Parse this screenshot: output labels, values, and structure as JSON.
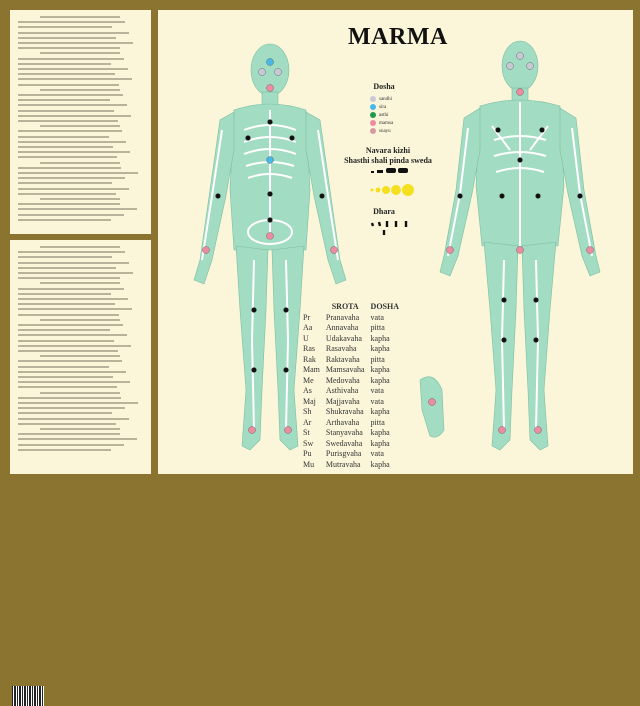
{
  "poster": {
    "title": "MARMA",
    "dosha_legend": {
      "title": "Dosha",
      "items": [
        {
          "label": "sandhi",
          "color": "#c9c9d6"
        },
        {
          "label": "sira",
          "color": "#48b8e8"
        },
        {
          "label": "asthi",
          "color": "#1e9a4a"
        },
        {
          "label": "mamsa",
          "color": "#f08aa0"
        },
        {
          "label": "snayu",
          "color": "#d89aa0"
        }
      ]
    },
    "size_legend": {
      "title_line1": "Navara kizhi",
      "title_line2": "Shasthi shali pinda sweda"
    },
    "dhara_legend": {
      "title": "Dhara"
    },
    "srota_table": {
      "headers": [
        "",
        "SROTA",
        "DOSHA"
      ],
      "rows": [
        [
          "Pr",
          "Pranavaha",
          "vata"
        ],
        [
          "Aa",
          "Annavaha",
          "pitta"
        ],
        [
          "U",
          "Udakavaha",
          "kapha"
        ],
        [
          "Ras",
          "Rasavaha",
          "kapha"
        ],
        [
          "Rak",
          "Raktavaha",
          "pitta"
        ],
        [
          "Mam",
          "Mamsavaha",
          "kapha"
        ],
        [
          "Me",
          "Medovaha",
          "kapha"
        ],
        [
          "As",
          "Asthivaha",
          "vata"
        ],
        [
          "Maj",
          "Majjavaha",
          "vata"
        ],
        [
          "Sh",
          "Shukravaha",
          "kapha"
        ],
        [
          "Ar",
          "Arthavaha",
          "pitta"
        ],
        [
          "St",
          "Stanyavaha",
          "kapha"
        ],
        [
          "Sw",
          "Swedavaha",
          "kapha"
        ],
        [
          "Pu",
          "Purisgvaha",
          "vata"
        ],
        [
          "Mu",
          "Mutravaha",
          "kapha"
        ]
      ]
    },
    "colors": {
      "frame": "#8a7430",
      "paper": "#fbf6d9",
      "body": "#9fdcc0",
      "bone": "#ffffff"
    }
  }
}
